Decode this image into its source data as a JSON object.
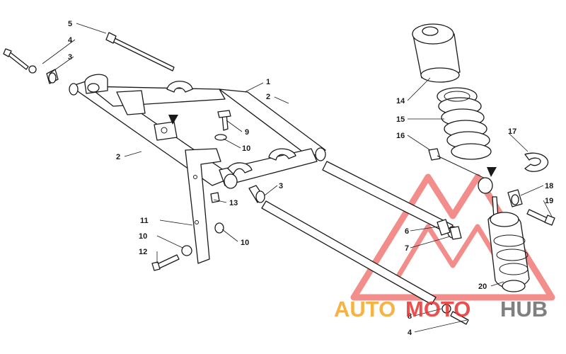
{
  "diagram": {
    "callouts": {
      "c1": "1",
      "c2a": "2",
      "c2b": "2",
      "c3a": "3",
      "c3b": "3",
      "c4a": "4",
      "c4b": "4",
      "c5": "5",
      "c6": "6",
      "c7": "7",
      "c8": "8",
      "c9": "9",
      "c10a": "10",
      "c10b": "10",
      "c10c": "10",
      "c11": "11",
      "c12": "12",
      "c13": "13",
      "c14": "14",
      "c15": "15",
      "c16": "16",
      "c17": "17",
      "c18": "18",
      "c19": "19",
      "c20": "20"
    }
  },
  "watermark": {
    "part1": "AUTO",
    "part2": "MOTO",
    "part3": "HUB",
    "colors": {
      "orange": "#f5a623",
      "red": "#e8312e",
      "gray": "#6b6b6b"
    }
  }
}
